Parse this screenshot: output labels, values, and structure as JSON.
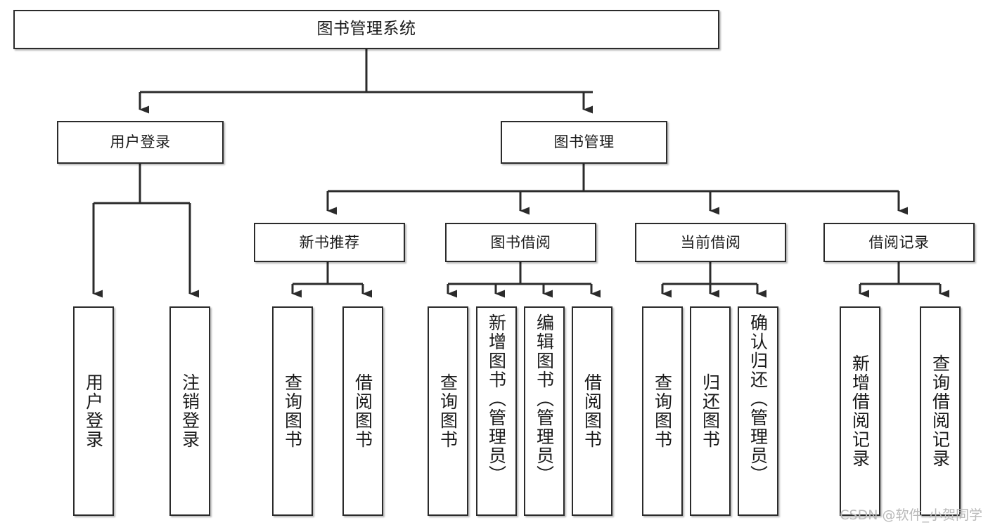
{
  "diagram": {
    "title": "图书管理系统",
    "type": "tree",
    "stroke_color": "#2b2b2b",
    "fill_color": "#ffffff",
    "text_color": "#1a1a1a"
  },
  "nodes": {
    "root": {
      "label": "图书管理系统"
    },
    "tier2": [
      {
        "label": "用户登录"
      },
      {
        "label": "图书管理"
      }
    ],
    "tier3": [
      {
        "label": "新书推荐"
      },
      {
        "label": "图书借阅"
      },
      {
        "label": "当前借阅"
      },
      {
        "label": "借阅记录"
      }
    ],
    "leaves": {
      "user_login": [
        {
          "label": "用户登录"
        },
        {
          "label": "注销登录"
        }
      ],
      "new_book": [
        {
          "label": "查询图书"
        },
        {
          "label": "借阅图书"
        }
      ],
      "borrow_book": [
        {
          "label": "查询图书"
        },
        {
          "label": "新增图书（管理员）"
        },
        {
          "label": "编辑图书（管理员）"
        },
        {
          "label": "借阅图书"
        }
      ],
      "current_borrow": [
        {
          "label": "查询图书"
        },
        {
          "label": "归还图书"
        },
        {
          "label": "确认归还（管理员）"
        }
      ],
      "borrow_record": [
        {
          "label": "新增借阅记录"
        },
        {
          "label": "查询借阅记录"
        }
      ]
    }
  },
  "watermark": {
    "text": "CSDN @软件_小贺同学"
  }
}
